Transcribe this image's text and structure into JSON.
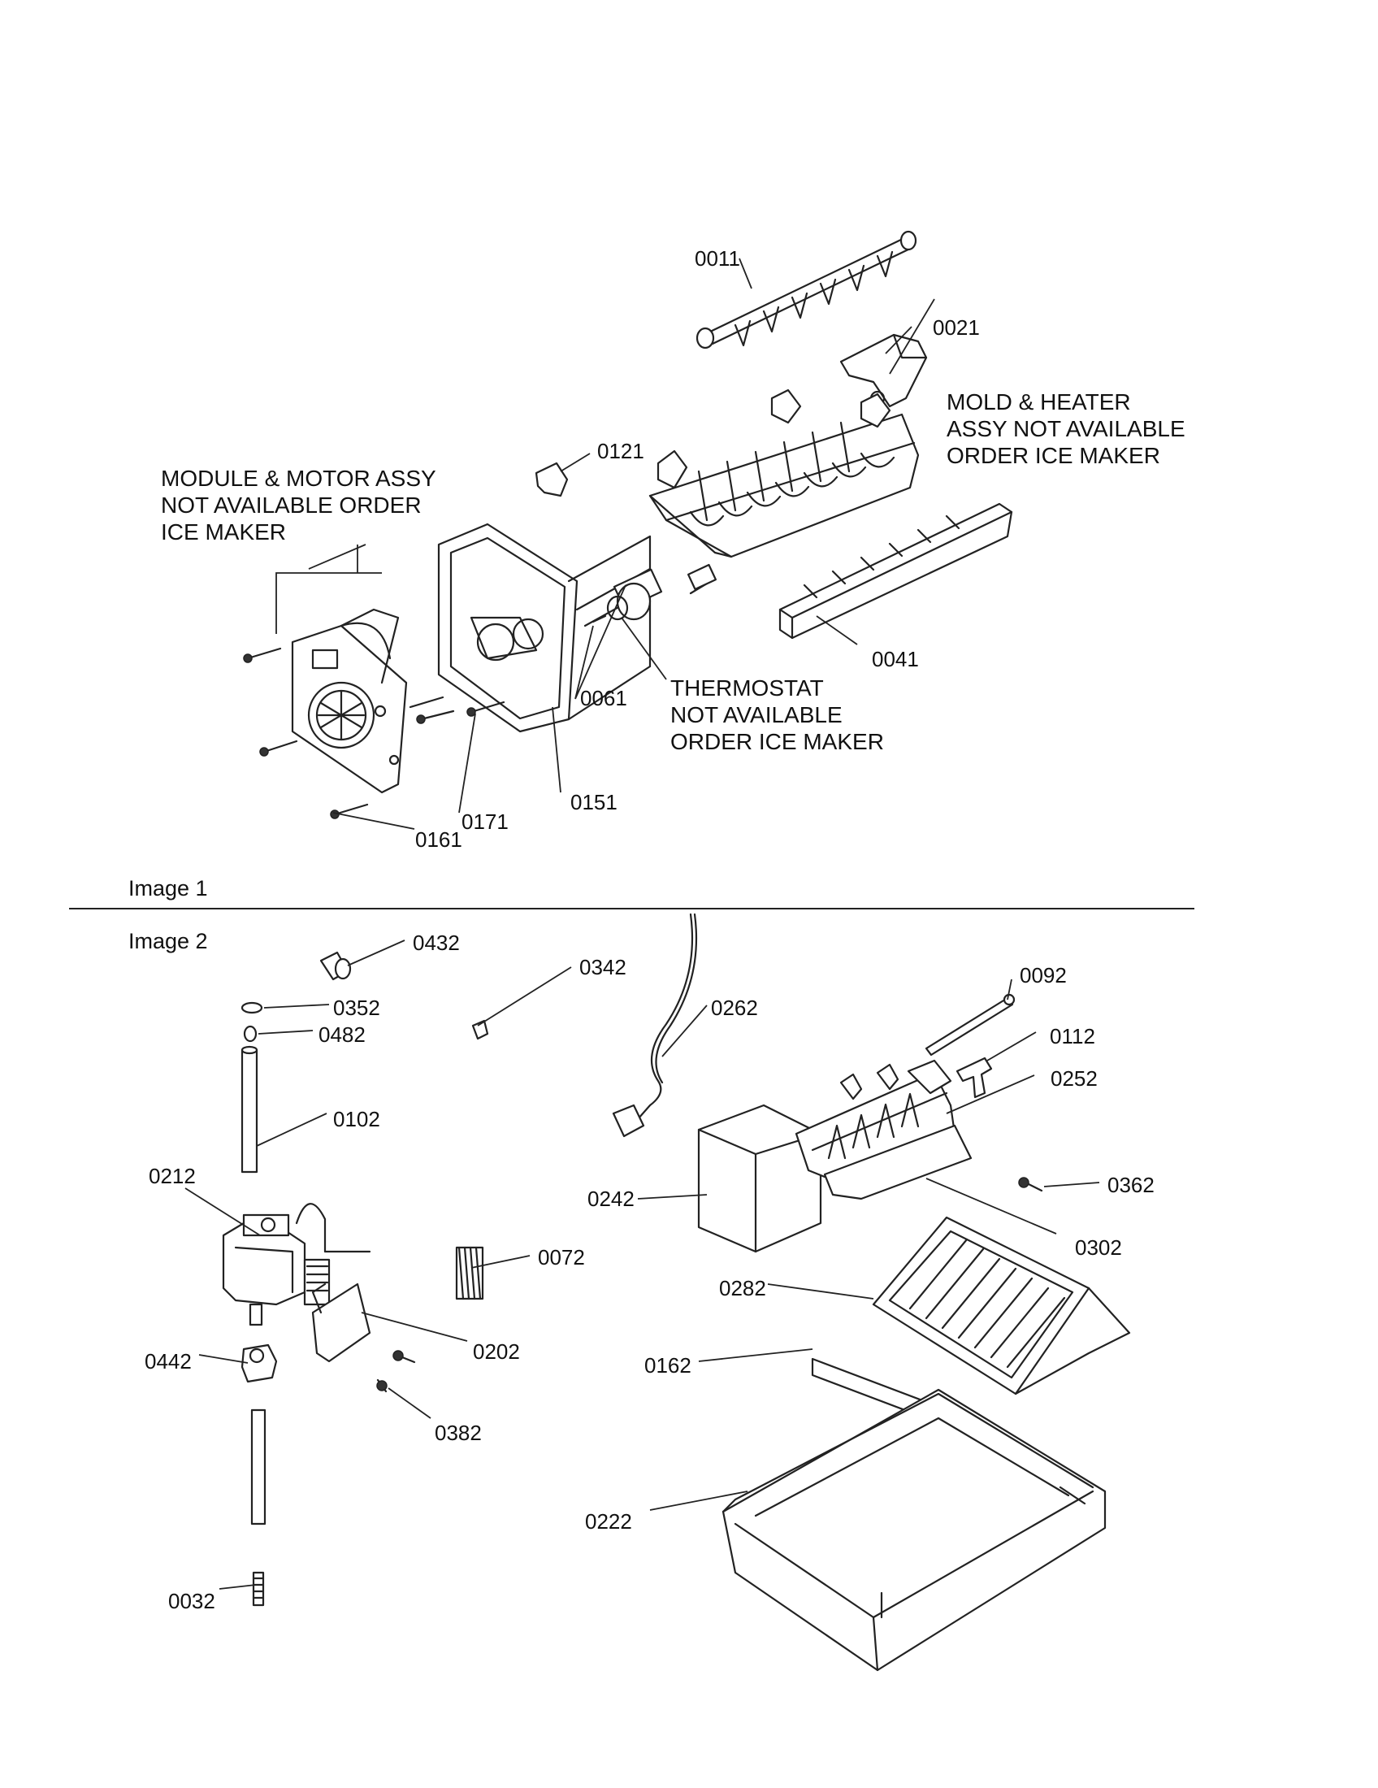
{
  "image1": {
    "caption": "Image 1",
    "notes": {
      "module": "MODULE & MOTOR ASSY\nNOT AVAILABLE ORDER\nICE MAKER",
      "mold": "MOLD & HEATER\nASSY NOT AVAILABLE\nORDER ICE MAKER",
      "thermostat": "THERMOSTAT\nNOT AVAILABLE\nORDER ICE MAKER"
    },
    "parts": [
      "0011",
      "0021",
      "0121",
      "0041",
      "0061",
      "0151",
      "0171",
      "0161"
    ]
  },
  "image2": {
    "caption": "Image 2",
    "parts": [
      "0432",
      "0342",
      "0352",
      "0482",
      "0102",
      "0212",
      "0072",
      "0202",
      "0382",
      "0442",
      "0032",
      "0262",
      "0092",
      "0112",
      "0252",
      "0362",
      "0242",
      "0302",
      "0282",
      "0162",
      "0222"
    ]
  }
}
